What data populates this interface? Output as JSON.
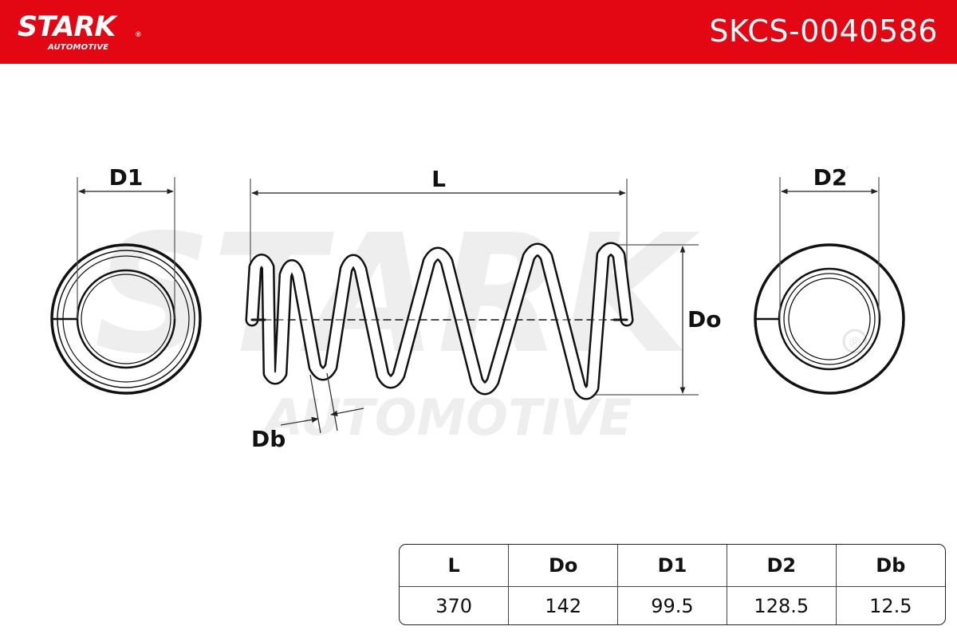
{
  "header": {
    "background_color": "#e30613",
    "logo": {
      "brand": "STARK",
      "registered_mark": "®",
      "subtitle": "AUTOMOTIVE"
    },
    "part_number": "SKCS-0040586"
  },
  "watermark": {
    "brand": "STARK",
    "subtitle": "AUTOMOTIVE",
    "registered_mark": "®"
  },
  "diagram": {
    "labels": {
      "d1": "D1",
      "l": "L",
      "d2": "D2",
      "do": "Do",
      "db": "Db"
    }
  },
  "spec_table": {
    "headers": [
      "L",
      "Do",
      "D1",
      "D2",
      "Db"
    ],
    "values": [
      "370",
      "142",
      "99.5",
      "128.5",
      "12.5"
    ]
  }
}
